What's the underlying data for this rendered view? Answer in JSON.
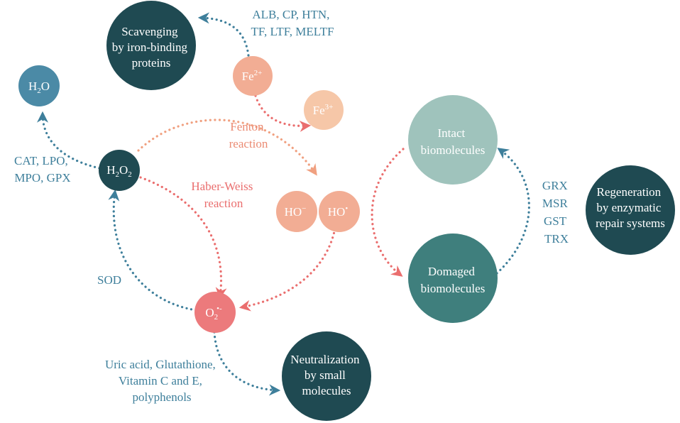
{
  "colors": {
    "dark_teal": "#1f4a52",
    "steel_blue": "#4b8aa6",
    "label_blue": "#3e7f9b",
    "salmon": "#f2ad94",
    "light_peach": "#f6c7a8",
    "coral": "#ec7a7c",
    "fenton_orange": "#f0a080",
    "haber_red": "#ea6e6e",
    "intact_sage": "#9fc3bc",
    "damaged_teal": "#3f7f7d"
  },
  "nodes": {
    "scavenging": {
      "line1": "Scavenging",
      "line2": "by iron-binding",
      "line3": "proteins"
    },
    "h2o": {
      "base": "H",
      "sub": "2",
      "rest": "O"
    },
    "fe2": {
      "base": "Fe",
      "sup": "2+"
    },
    "fe3": {
      "base": "Fe",
      "sup": "3+"
    },
    "h2o2": {
      "p1": "H",
      "s1": "2",
      "p2": "O",
      "s2": "2"
    },
    "hominus": {
      "base": "HO",
      "sup": "−"
    },
    "hodot": {
      "base": "HO",
      "sup": "•"
    },
    "o2": {
      "base": "O",
      "sub": "2",
      "sup": "•-"
    },
    "neutralization": {
      "line1": "Neutralization",
      "line2": "by small",
      "line3": "molecules"
    },
    "intact": {
      "line1": "Intact",
      "line2": "biomolecules"
    },
    "damaged": {
      "line1": "Domaged",
      "line2": "biomolecules"
    },
    "regeneration": {
      "line1": "Regeneration",
      "line2": "by enzymatic",
      "line3": "repair systems"
    }
  },
  "labels": {
    "iron_proteins": {
      "line1": "ALB, CP, HTN,",
      "line2": "TF, LTF, MELTF"
    },
    "peroxidases": {
      "line1": "CAT, LPO,",
      "line2": "MPO, GPX"
    },
    "fenton": {
      "line1": "Fenton",
      "line2": "reaction"
    },
    "haber_weiss": {
      "line1": "Haber-Weiss",
      "line2": "reaction"
    },
    "sod": "SOD",
    "small_molecules": {
      "line1": "Uric acid, Glutathione,",
      "line2": "Vitamin C and E,",
      "line3": "polyphenols"
    },
    "repair_enzymes": {
      "line1": "GRX",
      "line2": "MSR",
      "line3": "GST",
      "line4": "TRX"
    }
  }
}
